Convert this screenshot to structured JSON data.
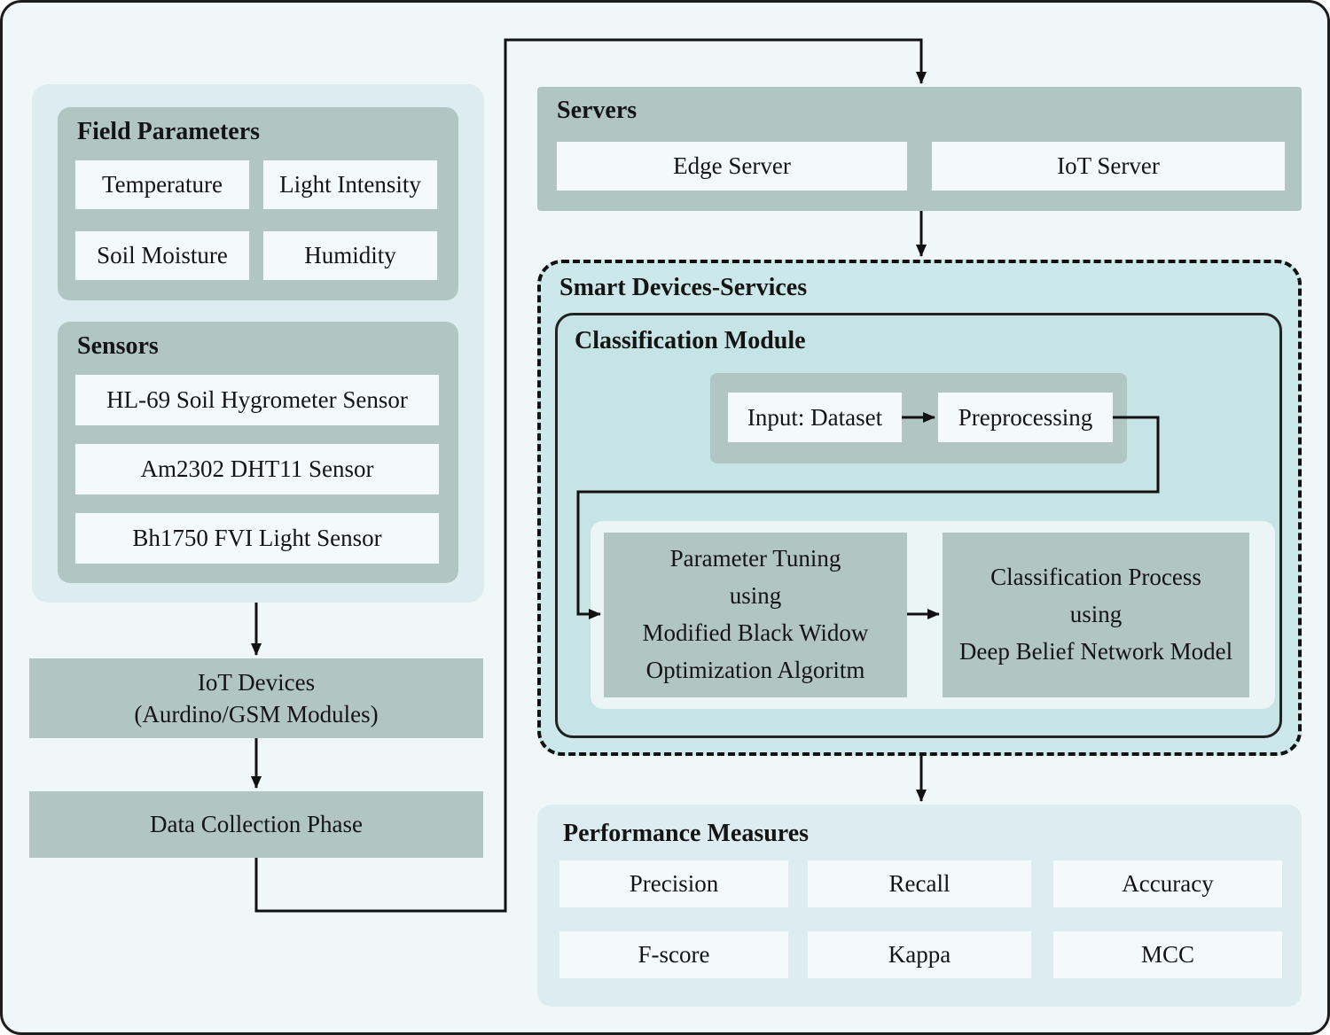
{
  "field_parameters": {
    "title": "Field Parameters",
    "items": [
      "Temperature",
      "Light Intensity",
      "Soil Moisture",
      "Humidity"
    ]
  },
  "sensors": {
    "title": "Sensors",
    "items": [
      "HL-69 Soil Hygrometer Sensor",
      "Am2302 DHT11 Sensor",
      "Bh1750 FVI Light Sensor"
    ]
  },
  "iot_devices": {
    "label": "IoT Devices\n(Aurdino/GSM Modules)"
  },
  "data_collection": {
    "label": "Data Collection Phase"
  },
  "servers": {
    "title": "Servers",
    "items": [
      "Edge Server",
      "IoT Server"
    ]
  },
  "smart_devices_services": {
    "title": "Smart Devices-Services",
    "classification_module": {
      "title": "Classification Module",
      "input_dataset": "Input: Dataset",
      "preprocessing": "Preprocessing",
      "parameter_tuning": "Parameter Tuning\nusing\nModified Black Widow\nOptimization Algoritm",
      "classification_process": "Classification Process\nusing\nDeep Belief Network Model"
    }
  },
  "performance_measures": {
    "title": "Performance Measures",
    "items": [
      "Precision",
      "Recall",
      "Accuracy",
      "F-score",
      "Kappa",
      "MCC"
    ]
  },
  "colors": {
    "canvas_background": "#f0f7f9",
    "panel_light_blue": "#dcecf1",
    "box_gray_green": "#b1c6c3",
    "box_white": "#f4fafb",
    "teal_dashed_panel": "#cde8ea",
    "teal_module": "#c6e3e5",
    "border_black": "#1d1d1d"
  }
}
